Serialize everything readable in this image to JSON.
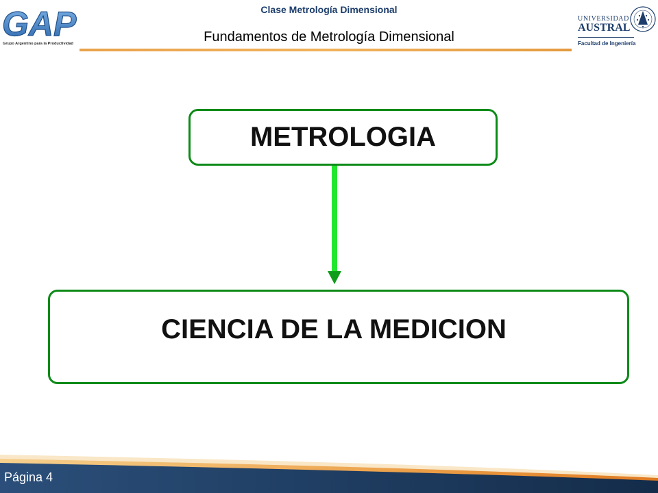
{
  "header": {
    "course_title": "Clase Metrología Dimensional",
    "slide_subtitle": "Fundamentos de Metrología Dimensional",
    "logo_left": {
      "wordmark": "GAP",
      "tagline": "Grupo Argentino para la Productividad"
    },
    "logo_right": {
      "university_line": "UNIVERSIDAD",
      "name_line": "AUSTRAL",
      "faculty_line": "Facultad de Ingeniería"
    }
  },
  "diagram": {
    "top_box": {
      "label": "METROLOGIA"
    },
    "bottom_box": {
      "label": "CIENCIA DE LA MEDICION"
    }
  },
  "footer": {
    "page_label": "Página 4"
  },
  "colors": {
    "box_border": "#0c8a17",
    "arrow": "#22e62e",
    "header_rule": "#e9a24a",
    "footer_band": "#1b3656",
    "brand_blue": "#1c3d6b"
  }
}
